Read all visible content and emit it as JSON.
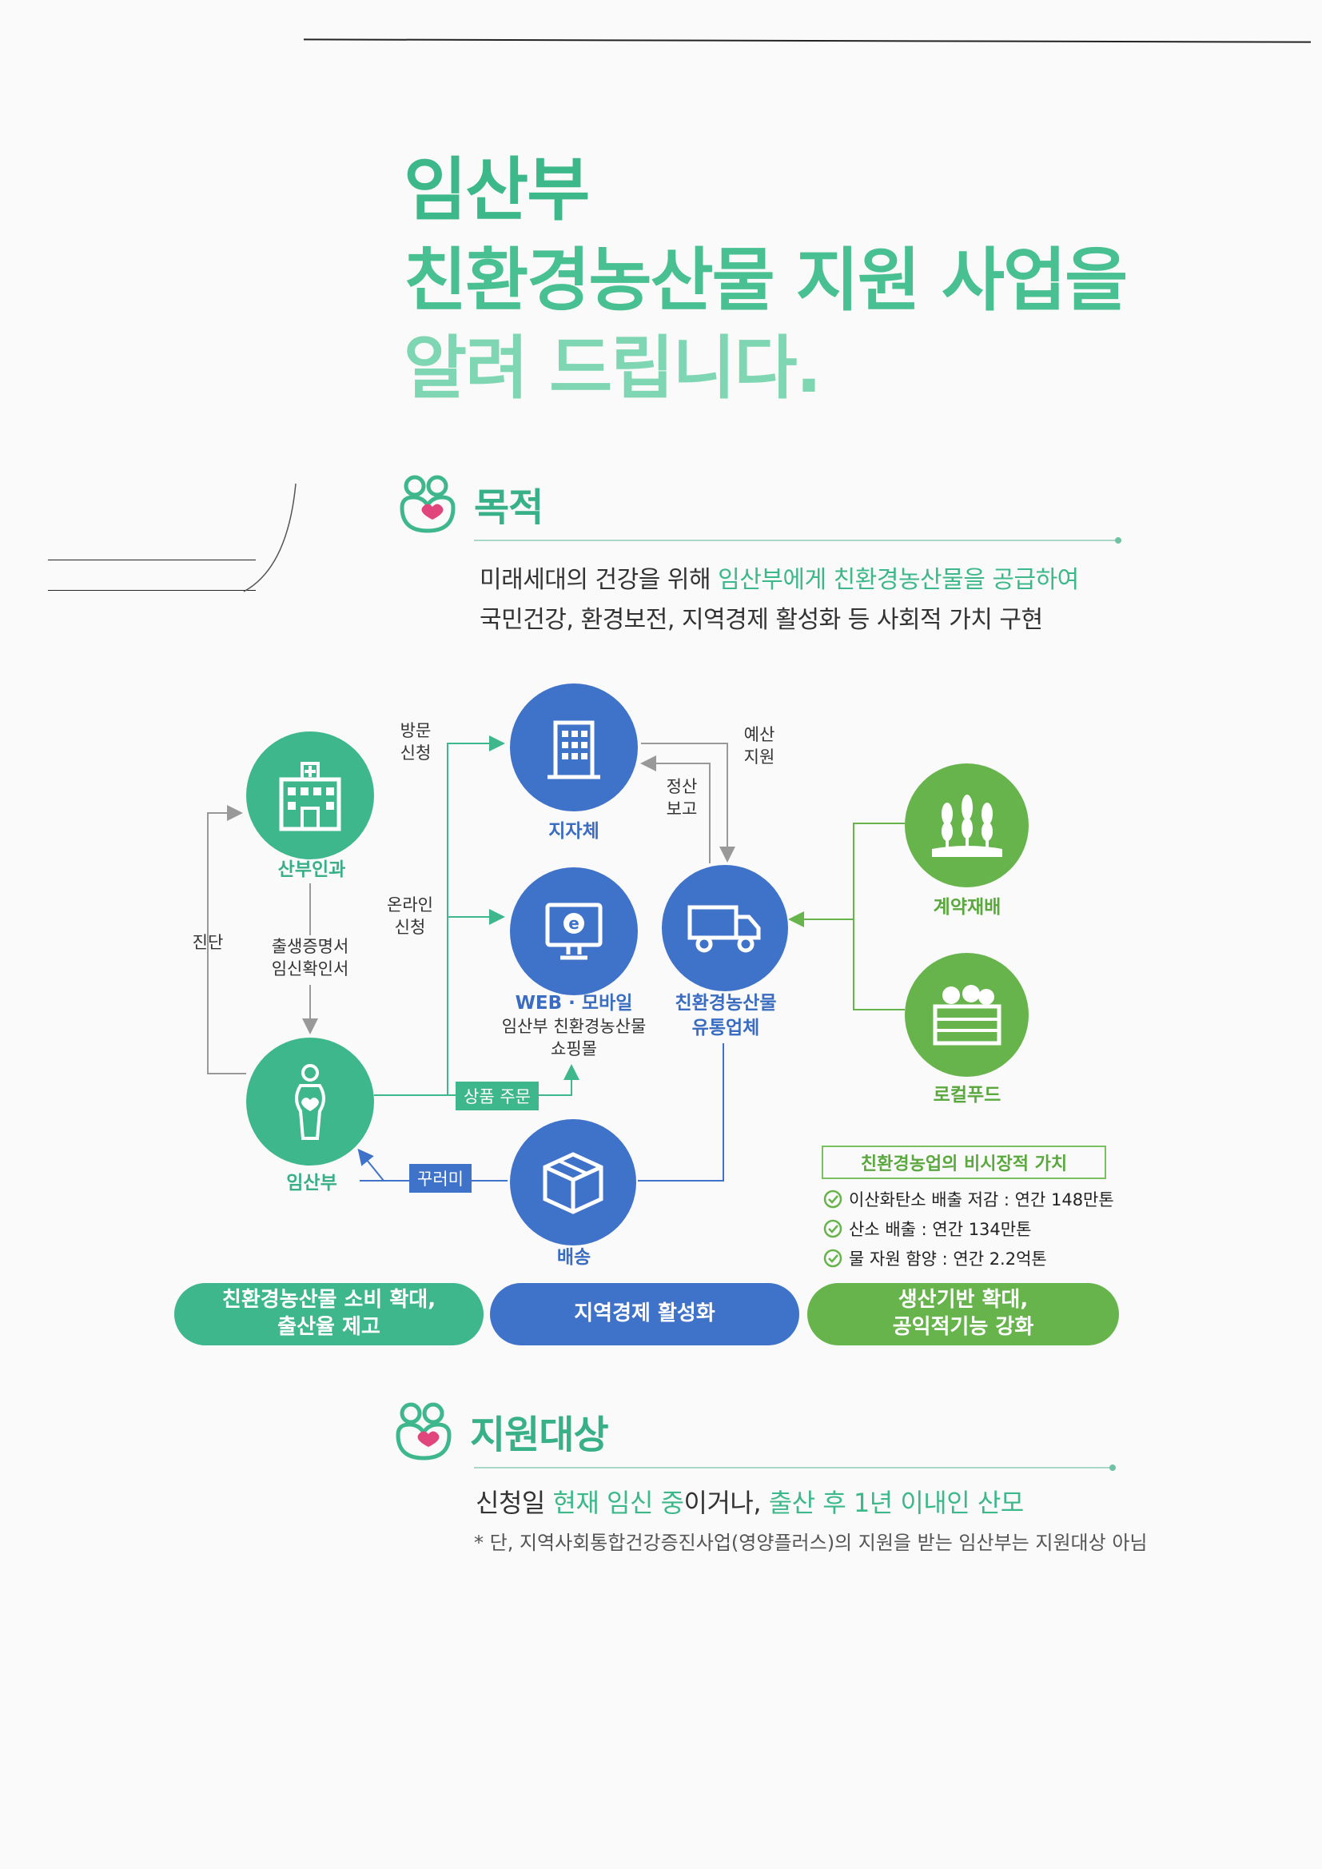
{
  "title": {
    "line1": "임산부",
    "line2": "친환경농산물 지원 사업을",
    "line3": "알려 드립니다."
  },
  "purpose": {
    "heading": "목적",
    "line1_a": "미래세대의 건강을 위해 ",
    "line1_b": "임산부에게 친환경농산물을 공급하여",
    "line2": "국민건강, 환경보전, 지역경제 활성화 등 사회적 가치 구현"
  },
  "diagram": {
    "hospital": "산부인과",
    "local_gov": "지자체",
    "web": "WEB · 모바일",
    "web_sub": [
      "임산부 친환경농산물",
      "쇼핑몰"
    ],
    "distributor": [
      "친환경농산물",
      "유통업체"
    ],
    "pregnant": "임산부",
    "delivery": "배송",
    "contract": "계약재배",
    "local_food": "로컬푸드",
    "visit_apply": [
      "방문",
      "신청"
    ],
    "online_apply": [
      "온라인",
      "신청"
    ],
    "budget": [
      "예산",
      "지원"
    ],
    "settle": [
      "정산",
      "보고"
    ],
    "diagnosis": "진단",
    "certificates": [
      "출생증명서",
      "임신확인서"
    ],
    "order": "상품 주문",
    "package": "꾸러미"
  },
  "values": {
    "title": "친환경농업의 비시장적 가치",
    "items": [
      "이산화탄소 배출 저감 : 연간 148만톤",
      "산소 배출 : 연간 134만톤",
      "물 자원 함양 : 연간 2.2억톤"
    ]
  },
  "outcomes": [
    [
      "친환경농산물 소비 확대,",
      "출산율 제고"
    ],
    [
      "지역경제 활성화"
    ],
    [
      "생산기반 확대,",
      "공익적기능 강화"
    ]
  ],
  "target": {
    "heading": "지원대상",
    "line_a": "신청일 ",
    "line_b": "현재 임신 중",
    "line_c": "이거나, ",
    "line_d": "출산 후 1년 이내인 산모",
    "note": "* 단, 지역사회통합건강증진사업(영양플러스)의 지원을 받는 임산부는 지원대상 아님"
  },
  "colors": {
    "teal": "#3fb78c",
    "blue": "#3f72c9",
    "green": "#68b44c"
  }
}
